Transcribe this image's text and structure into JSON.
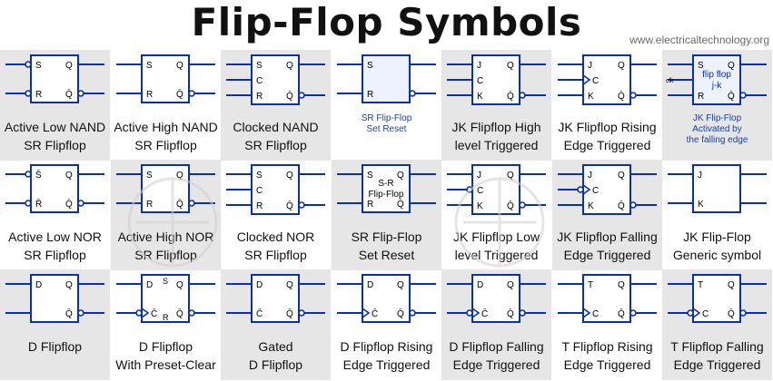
{
  "title": "Flip-Flop Symbols",
  "website": "www.electricaltechnology.org",
  "colors": {
    "stroke": "#0b2fb3",
    "caption_blue": "#1a3fb0",
    "shade": "#e6e6e6"
  },
  "cells": [
    {
      "caption": [
        "Active Low NAND",
        "SR Flipflop"
      ],
      "left": [
        "S",
        "R"
      ],
      "right": [
        "Q",
        "Q̄"
      ],
      "bubbles_in": [
        0,
        1
      ],
      "bubbles_out": [
        1
      ]
    },
    {
      "caption": [
        "Active High NAND",
        "SR Flipflop"
      ],
      "left": [
        "S",
        "R"
      ],
      "right": [
        "Q",
        "Q̄"
      ],
      "bubbles_out": [
        1
      ]
    },
    {
      "caption": [
        "Clocked NAND",
        "SR Flipflop"
      ],
      "left": [
        "S",
        "C",
        "R"
      ],
      "right": [
        "Q",
        "Q̄"
      ],
      "bubbles_out": [
        1
      ]
    },
    {
      "caption": [
        "SR Flip-Flop",
        "Set Reset"
      ],
      "caption_style": "blue",
      "left": [
        "S",
        "R"
      ],
      "right": [
        "",
        ""
      ],
      "bubbles_out": [
        1
      ]
    },
    {
      "caption": [
        "JK Flipflop High",
        "level Triggered"
      ],
      "left": [
        "J",
        "C",
        "K"
      ],
      "right": [
        "Q",
        "Q̄"
      ],
      "bubbles_out": [
        1
      ]
    },
    {
      "caption": [
        "JK Flipflop Rising",
        "Edge Triggered"
      ],
      "left": [
        "J",
        "C",
        "K"
      ],
      "right": [
        "Q",
        "Q̄"
      ],
      "clock_edge": "rising",
      "bubbles_out": [
        1
      ]
    },
    {
      "caption": [
        "JK Flip-Flop",
        "Activated by",
        "the falling edge"
      ],
      "caption_style": "blue",
      "box_text": [
        "flip flop",
        "j-k"
      ],
      "left": [
        "S",
        "",
        "R"
      ],
      "right": [
        "Q",
        "Q̄"
      ],
      "clk_label": "clk",
      "bubbles_out": [
        1
      ]
    },
    {
      "caption": [
        "Active Low NOR",
        "SR Flipflop"
      ],
      "left": [
        "S̄",
        "R̄"
      ],
      "right": [
        "Q",
        "Q̄"
      ],
      "bubbles_in": [
        0,
        1
      ],
      "bubbles_out": [
        1
      ]
    },
    {
      "caption": [
        "Active High NOR",
        "SR Flipflop"
      ],
      "left": [
        "S",
        "R"
      ],
      "right": [
        "Q",
        "Q̄"
      ],
      "bubbles_out": [
        1
      ]
    },
    {
      "caption": [
        "Clocked NOR",
        "SR Flipflop"
      ],
      "left": [
        "S",
        "C",
        "R"
      ],
      "right": [
        "Q",
        "Q̄"
      ],
      "bubbles_out": [
        1
      ]
    },
    {
      "caption": [
        "SR Flip-Flop",
        "Set Reset"
      ],
      "box_text": [
        "S-R",
        "Flip-Flop"
      ],
      "left": [
        "S",
        "R"
      ],
      "right": [
        "Q",
        "Q̄"
      ]
    },
    {
      "caption": [
        "JK Flipflop Low",
        "level Triggered"
      ],
      "left": [
        "J",
        "C",
        "K"
      ],
      "right": [
        "Q",
        "Q̄"
      ],
      "bubbles_in": [
        1
      ],
      "bubbles_out": [
        1
      ]
    },
    {
      "caption": [
        "JK Flipflop Falling",
        "Edge Triggered"
      ],
      "left": [
        "J",
        "C",
        "K"
      ],
      "right": [
        "Q",
        "Q̄"
      ],
      "clock_edge": "falling",
      "bubbles_out": [
        1
      ]
    },
    {
      "caption": [
        "JK Flip-Flop",
        "Generic symbol"
      ],
      "left": [
        "J",
        "K"
      ],
      "right": [
        "",
        ""
      ]
    },
    {
      "caption": [
        "D Flipflop"
      ],
      "left": [
        "D",
        ""
      ],
      "right": [
        "Q",
        "Q̄"
      ],
      "bubbles_out": [
        1
      ]
    },
    {
      "caption": [
        "D Flipflop",
        "With Preset-Clear"
      ],
      "left": [
        "D",
        "C̄"
      ],
      "right": [
        "Q",
        "Q̄"
      ],
      "top_label": "S",
      "bottom_label": "R",
      "clock_edge": "falling",
      "bubbles_out": [
        1
      ]
    },
    {
      "caption": [
        "Gated",
        "D Flipflop"
      ],
      "left": [
        "D",
        "C̄"
      ],
      "right": [
        "Q",
        "Q̄"
      ],
      "bubbles_out": [
        1
      ]
    },
    {
      "caption": [
        "D Flipflop Rising",
        "Edge Triggered"
      ],
      "left": [
        "D",
        "C̄"
      ],
      "right": [
        "Q",
        "Q̄"
      ],
      "clock_edge": "rising",
      "bubbles_out": [
        1
      ]
    },
    {
      "caption": [
        "D Flipflop Falling",
        "Edge Triggered"
      ],
      "left": [
        "D",
        "C̄"
      ],
      "right": [
        "Q",
        "Q̄"
      ],
      "clock_edge": "falling",
      "bubbles_out": [
        1
      ]
    },
    {
      "caption": [
        "T Flipflop Rising",
        "Edge Triggered"
      ],
      "left": [
        "T",
        "C"
      ],
      "right": [
        "Q",
        "Q̄"
      ],
      "clock_edge": "rising",
      "bubbles_out": [
        1
      ]
    },
    {
      "caption": [
        "T Flipflop Falling",
        "Edge Triggered"
      ],
      "left": [
        "T",
        "C"
      ],
      "right": [
        "Q",
        "Q̄"
      ],
      "clock_edge": "falling",
      "bubbles_out": [
        1
      ]
    }
  ]
}
